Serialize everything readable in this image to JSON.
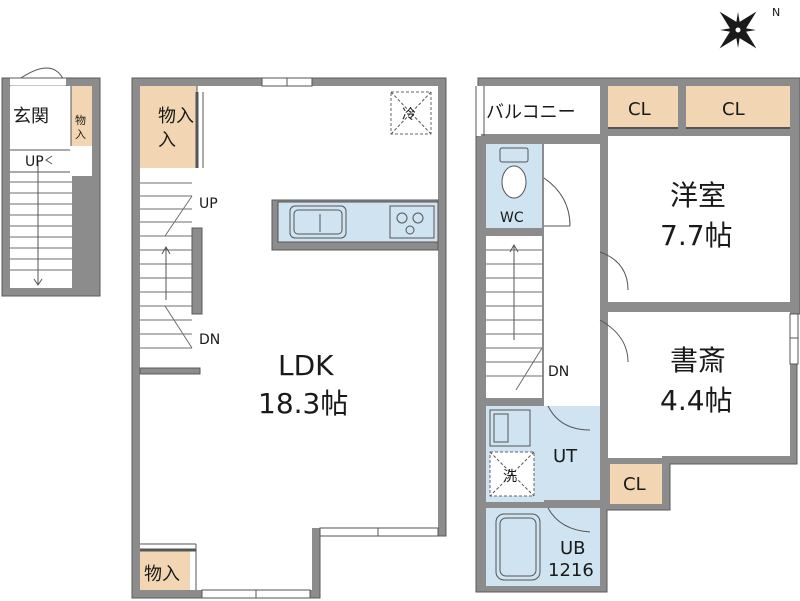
{
  "rooms": {
    "genkan": "玄関",
    "storage_small": "物",
    "storage_small2": "入",
    "storage": "物入",
    "storage2": "物入",
    "ldk": "LDK",
    "ldk_size": "18.3帖",
    "balcony": "バルコニー",
    "cl1": "CL",
    "cl2": "CL",
    "cl3": "CL",
    "youshitsu": "洋室",
    "youshitsu_size": "7.7帖",
    "shosai": "書斎",
    "shosai_size": "4.4帖",
    "wc": "WC",
    "ut": "UT",
    "ub": "UB",
    "ub_size": "1216"
  },
  "stairs": {
    "up_entry": "UP",
    "up_first": "UP",
    "dn_first": "DN",
    "dn_second": "DN"
  },
  "fixtures": {
    "fridge": "冷",
    "washer": "洗"
  },
  "compass": {
    "north": "N"
  }
}
